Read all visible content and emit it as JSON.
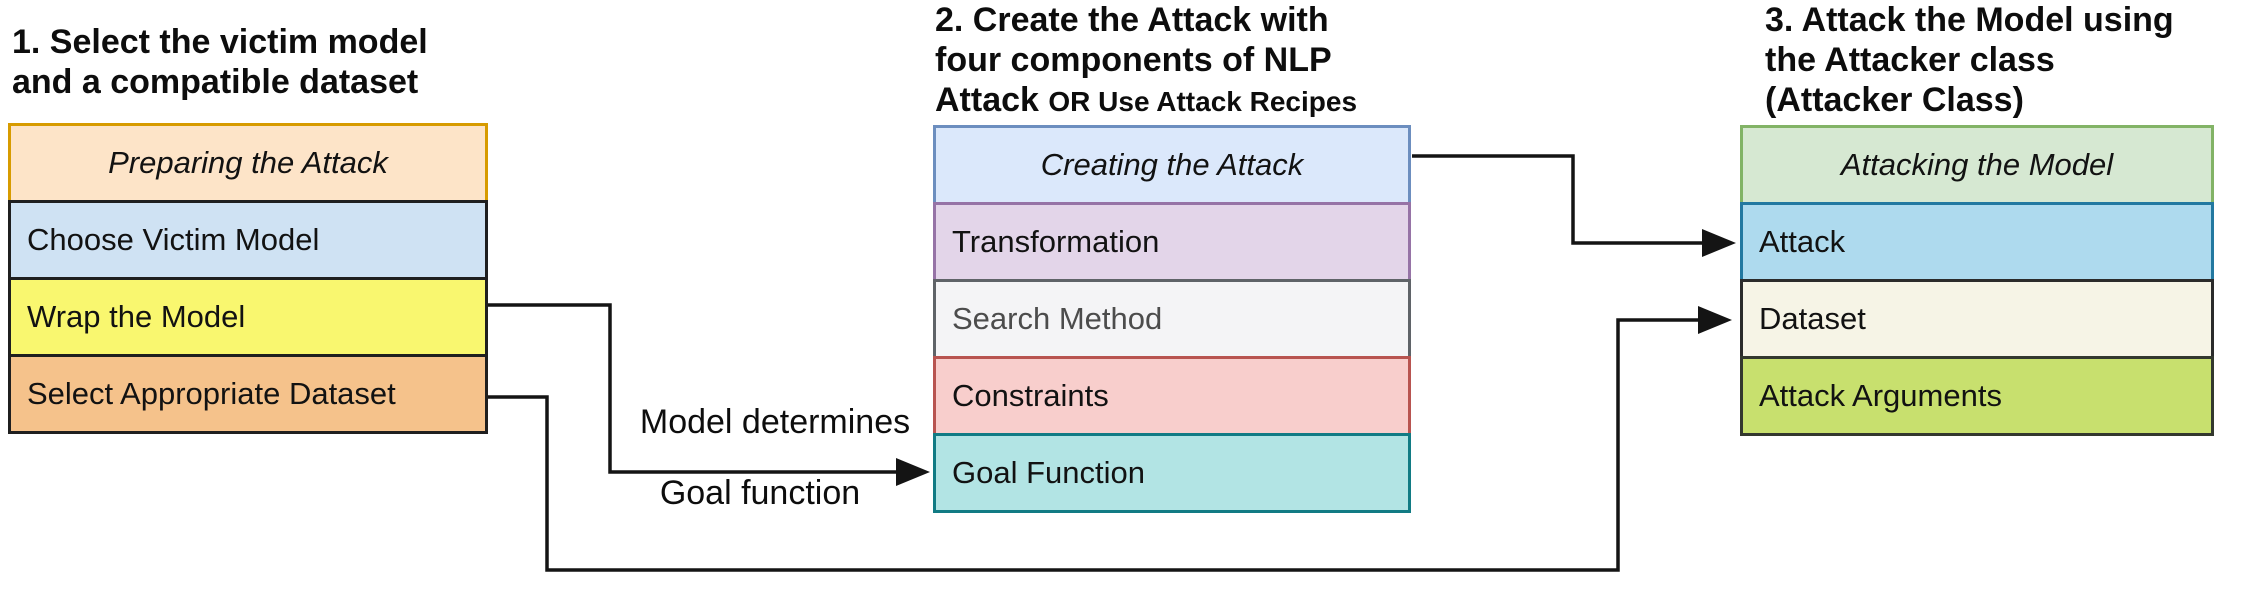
{
  "headings": {
    "step1": {
      "line1": "1. Select the victim model",
      "line2": "and a compatible dataset"
    },
    "step2": {
      "line1": "2. Create the Attack with",
      "line2": "four components of NLP",
      "line3_large": "Attack ",
      "line3_small": "OR Use Attack Recipes"
    },
    "step3": {
      "line1": "3. Attack the Model using",
      "line2": "the Attacker class",
      "line3": "(Attacker Class)"
    }
  },
  "boxes": {
    "preparing": {
      "header": "Preparing the Attack",
      "rows": [
        "Choose Victim Model",
        "Wrap the Model",
        "Select Appropriate Dataset"
      ]
    },
    "creating": {
      "header": "Creating the Attack",
      "rows": [
        "Transformation",
        "Search Method",
        "Constraints",
        "Goal Function"
      ]
    },
    "attacking": {
      "header": "Attacking the Model",
      "rows": [
        "Attack",
        "Dataset",
        "Attack Arguments"
      ]
    }
  },
  "arrow_labels": {
    "model_determines": "Model determines",
    "goal_function": "Goal function"
  },
  "colors": {
    "step1_header_fill": "#fde4c8",
    "step1_header_border": "#d79b00",
    "choose_victim_model_fill": "#cfe2f3",
    "wrap_the_model_fill": "#f9f76f",
    "select_dataset_fill": "#f5c28b",
    "step2_header_fill": "#dbe8fb",
    "step2_header_border": "#6c8ebf",
    "transformation_fill": "#e3d5e9",
    "transformation_border": "#9673a6",
    "search_method_fill": "#f4f4f6",
    "search_method_border": "#5f6368",
    "search_method_text": "#4c4c4c",
    "constraints_fill": "#f8cecc",
    "constraints_border": "#b85450",
    "goal_function_fill": "#b2e4e4",
    "goal_function_border": "#117b84",
    "step3_header_fill": "#d6e8d2",
    "step3_header_border": "#82b366",
    "attack_fill": "#aedaee",
    "attack_border": "#2278a0",
    "dataset_fill": "#f6f4e6",
    "attack_arguments_fill": "#c8e06e",
    "row_border_dark": "#1f1f1f",
    "arrow_color": "#141414"
  }
}
